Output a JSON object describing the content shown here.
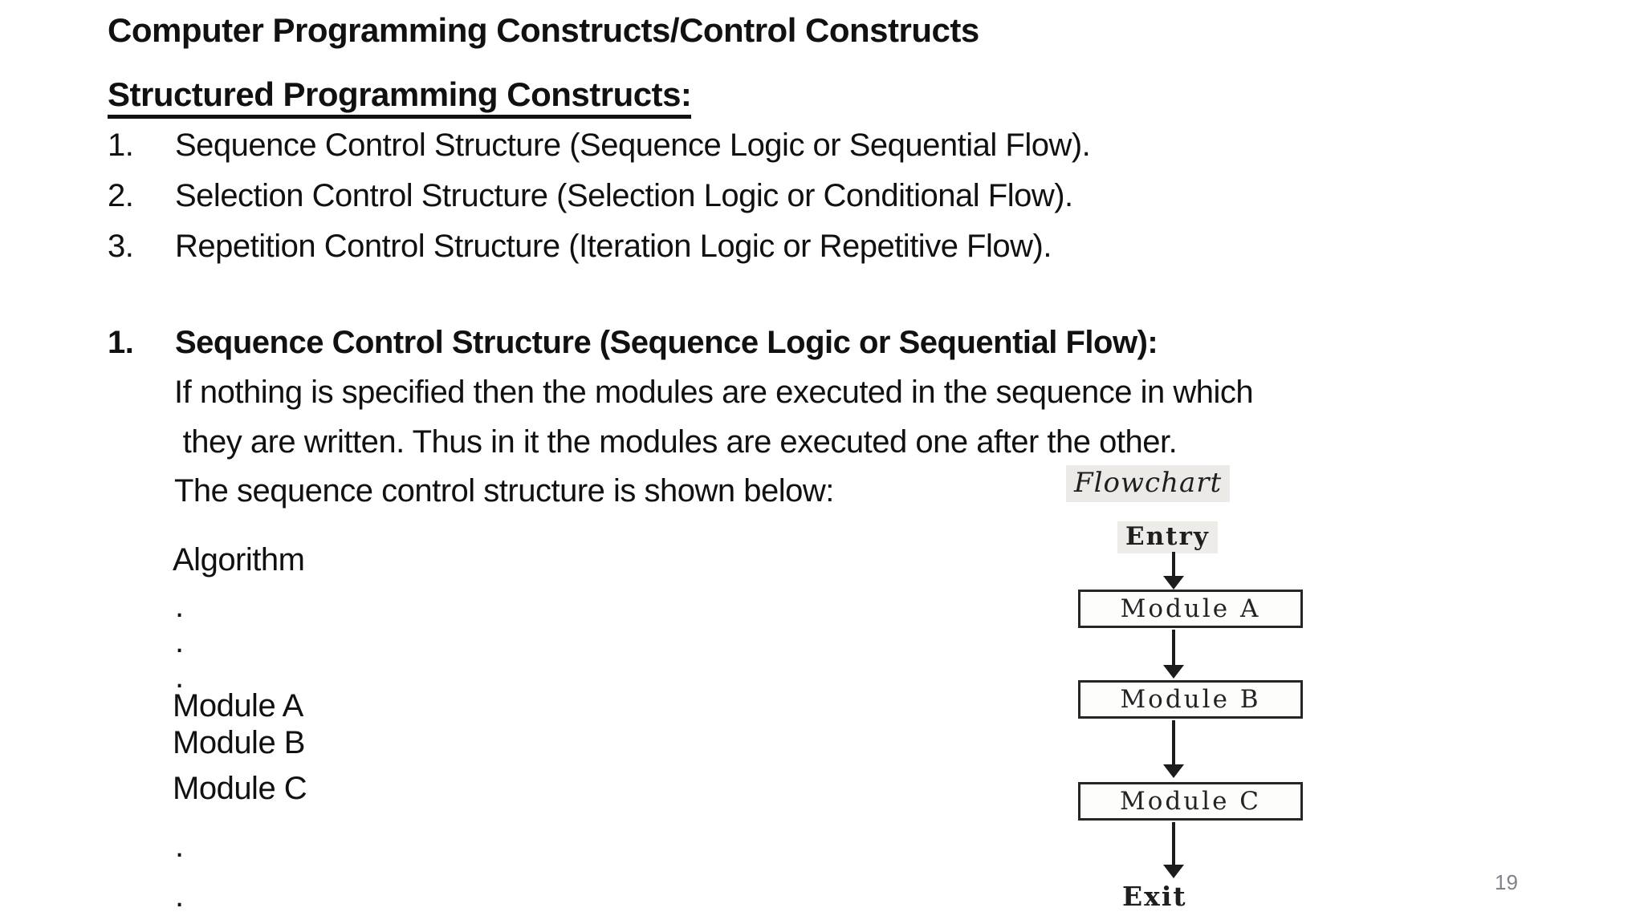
{
  "slide": {
    "title": "Computer Programming Constructs/Control Constructs",
    "heading": "Structured Programming Constructs:",
    "constructs": [
      {
        "number": "1.",
        "text": "Sequence Control Structure (Sequence Logic or Sequential Flow)."
      },
      {
        "number": "2.",
        "text": "Selection Control Structure (Selection Logic or Conditional Flow)."
      },
      {
        "number": "3.",
        "text": "Repetition Control Structure (Iteration Logic or Repetitive Flow)."
      }
    ],
    "section": {
      "number": "1.",
      "heading": "Sequence Control Structure (Sequence Logic or Sequential Flow):",
      "body_lines": [
        "If nothing is specified then the modules are executed in the sequence in which",
        " they are written. Thus in it the modules are executed one after the other.",
        "The sequence control structure is shown below:"
      ]
    },
    "algorithm": {
      "label": "Algorithm",
      "dot": ".",
      "modules": [
        "Module A",
        "Module B",
        "Module C"
      ]
    },
    "flowchart": {
      "title": "Flowchart",
      "entry": "Entry",
      "boxes": [
        "Module A",
        "Module B",
        "Module C"
      ],
      "exit": "Exit"
    },
    "page_number": "19"
  },
  "colors": {
    "text": "#111111",
    "scan_text": "#1f1f1f",
    "scan_label_bg": "#ebeae7",
    "box_border": "#262626",
    "page_number": "#82838a"
  }
}
